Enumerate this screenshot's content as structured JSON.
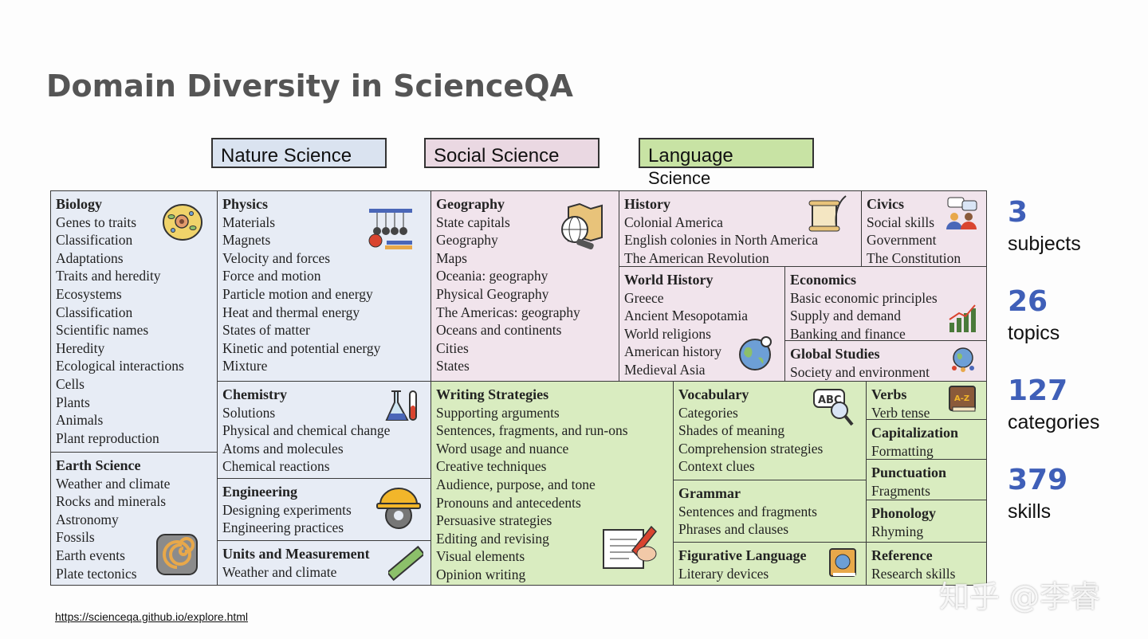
{
  "title": "Domain Diversity in ScienceQA",
  "legend": {
    "nature": "Nature Science",
    "social": "Social Science",
    "language_line1": "Language",
    "language_line2": "Science"
  },
  "colors": {
    "nature": "#e7ecf5",
    "social": "#f1e4ec",
    "language": "#d9ecc0",
    "stat_number": "#3f5fb8"
  },
  "cells": {
    "biology": {
      "title": "Biology",
      "icon": "cell-icon",
      "items": [
        "Genes to traits",
        "Classification",
        "Adaptations",
        "Traits and heredity",
        "Ecosystems",
        "Classification",
        "Scientific names",
        "Heredity",
        "Ecological interactions",
        "Cells",
        "Plants",
        "Animals",
        "Plant reproduction"
      ]
    },
    "earth_science": {
      "title": "Earth Science",
      "icon": "fossil-icon",
      "items": [
        "Weather and climate",
        "Rocks and minerals",
        "Astronomy",
        "Fossils",
        "Earth events",
        "Plate tectonics"
      ]
    },
    "physics": {
      "title": "Physics",
      "icon": "newtons-cradle-icon",
      "items": [
        "Materials",
        "Magnets",
        "Velocity and forces",
        "Force and motion",
        "Particle motion and energy",
        "Heat and thermal energy",
        "States of matter",
        "Kinetic and potential energy",
        "Mixture"
      ]
    },
    "chemistry": {
      "title": "Chemistry",
      "icon": "flask-icon",
      "items": [
        "Solutions",
        "Physical and chemical change",
        "Atoms and molecules",
        "Chemical reactions"
      ]
    },
    "engineering": {
      "title": "Engineering",
      "icon": "hardhat-gear-icon",
      "items": [
        "Designing experiments",
        "Engineering practices"
      ]
    },
    "units": {
      "title": "Units and Measurement",
      "icon": "ruler-icon",
      "items": [
        "Weather and climate"
      ]
    },
    "geography": {
      "title": "Geography",
      "icon": "globe-map-icon",
      "items": [
        "State capitals",
        "Geography",
        "Maps",
        "Oceania: geography",
        "Physical Geography",
        "The Americas: geography",
        "Oceans and continents",
        "Cities",
        "States"
      ]
    },
    "history": {
      "title": "History",
      "icon": "scroll-quill-icon",
      "items": [
        "Colonial America",
        "English colonies in North America",
        "The American Revolution"
      ]
    },
    "civics": {
      "title": "Civics",
      "icon": "people-discussion-icon",
      "items": [
        "Social skills",
        "Government",
        "The Constitution"
      ]
    },
    "world_history": {
      "title": "World History",
      "icon": "world-search-icon",
      "items": [
        "Greece",
        "Ancient Mesopotamia",
        "World religions",
        "American history",
        "Medieval Asia"
      ]
    },
    "economics": {
      "title": "Economics",
      "icon": "growth-chart-icon",
      "items": [
        "Basic economic principles",
        "Supply and demand",
        "Banking and finance"
      ]
    },
    "global_studies": {
      "title": "Global Studies",
      "icon": "globe-people-icon",
      "items": [
        "Society and environment"
      ]
    },
    "writing": {
      "title": "Writing Strategies",
      "icon": "notebook-writing-icon",
      "items": [
        "Supporting arguments",
        "Sentences, fragments, and run-ons",
        "Word usage and nuance",
        "Creative techniques",
        "Audience, purpose, and tone",
        "Pronouns and antecedents",
        "Persuasive strategies",
        "Editing and revising",
        "Visual elements",
        "Opinion writing"
      ]
    },
    "vocabulary": {
      "title": "Vocabulary",
      "icon": "abc-magnifier-icon",
      "items": [
        "Categories",
        "Shades of meaning",
        "Comprehension strategies",
        "Context clues"
      ]
    },
    "grammar": {
      "title": "Grammar",
      "icon": "",
      "items": [
        "Sentences and fragments",
        "Phrases and clauses"
      ]
    },
    "figurative": {
      "title": "Figurative Language",
      "icon": "book-globe-icon",
      "items": [
        "Literary devices"
      ]
    },
    "verbs": {
      "title": "Verbs",
      "icon": "dictionary-icon",
      "items": [
        "Verb tense"
      ]
    },
    "capitalization": {
      "title": "Capitalization",
      "icon": "",
      "items": [
        "Formatting"
      ]
    },
    "punctuation": {
      "title": "Punctuation",
      "icon": "",
      "items": [
        "Fragments"
      ]
    },
    "phonology": {
      "title": "Phonology",
      "icon": "",
      "items": [
        "Rhyming"
      ]
    },
    "reference": {
      "title": "Reference",
      "icon": "",
      "items": [
        "Research skills"
      ]
    }
  },
  "stats": [
    {
      "value": "3",
      "label": "subjects"
    },
    {
      "value": "26",
      "label": "topics"
    },
    {
      "value": "127",
      "label": "categories"
    },
    {
      "value": "379",
      "label": "skills"
    }
  ],
  "source_url": "https://scienceqa.github.io/explore.html",
  "watermark": "知乎 @李睿"
}
